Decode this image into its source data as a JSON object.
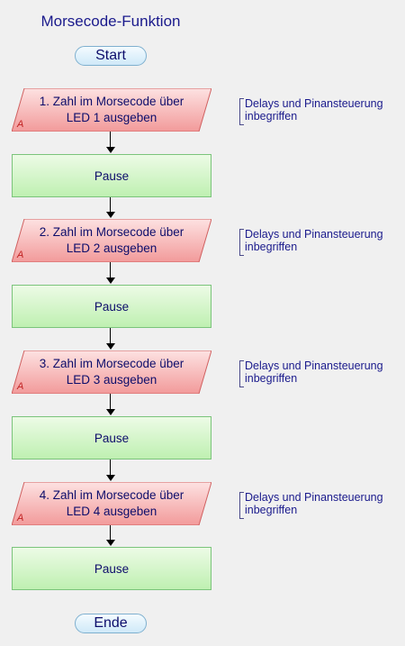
{
  "title": "Morsecode-Funktion",
  "start_label": "Start",
  "end_label": "Ende",
  "steps": [
    {
      "output_line1": "1. Zahl im Morsecode über",
      "output_line2": "LED 1 ausgeben",
      "output_tag": "A",
      "comment_line1": "Delays und Pinansteuerung",
      "comment_line2": "inbegriffen",
      "process_label": "Pause"
    },
    {
      "output_line1": "2. Zahl im Morsecode über",
      "output_line2": "LED 2 ausgeben",
      "output_tag": "A",
      "comment_line1": "Delays und Pinansteuerung",
      "comment_line2": "inbegriffen",
      "process_label": "Pause"
    },
    {
      "output_line1": "3. Zahl im Morsecode über",
      "output_line2": "LED 3 ausgeben",
      "output_tag": "A",
      "comment_line1": "Delays und Pinansteuerung",
      "comment_line2": "inbegriffen",
      "process_label": "Pause"
    },
    {
      "output_line1": "4. Zahl im Morsecode über",
      "output_line2": "LED 4 ausgeben",
      "output_tag": "A",
      "comment_line1": "Delays und Pinansteuerung",
      "comment_line2": "inbegriffen",
      "process_label": "Pause"
    }
  ],
  "colors": {
    "output_fill_top": "#fde2e2",
    "output_fill_bottom": "#f29a9a",
    "output_stroke": "#d06060"
  }
}
